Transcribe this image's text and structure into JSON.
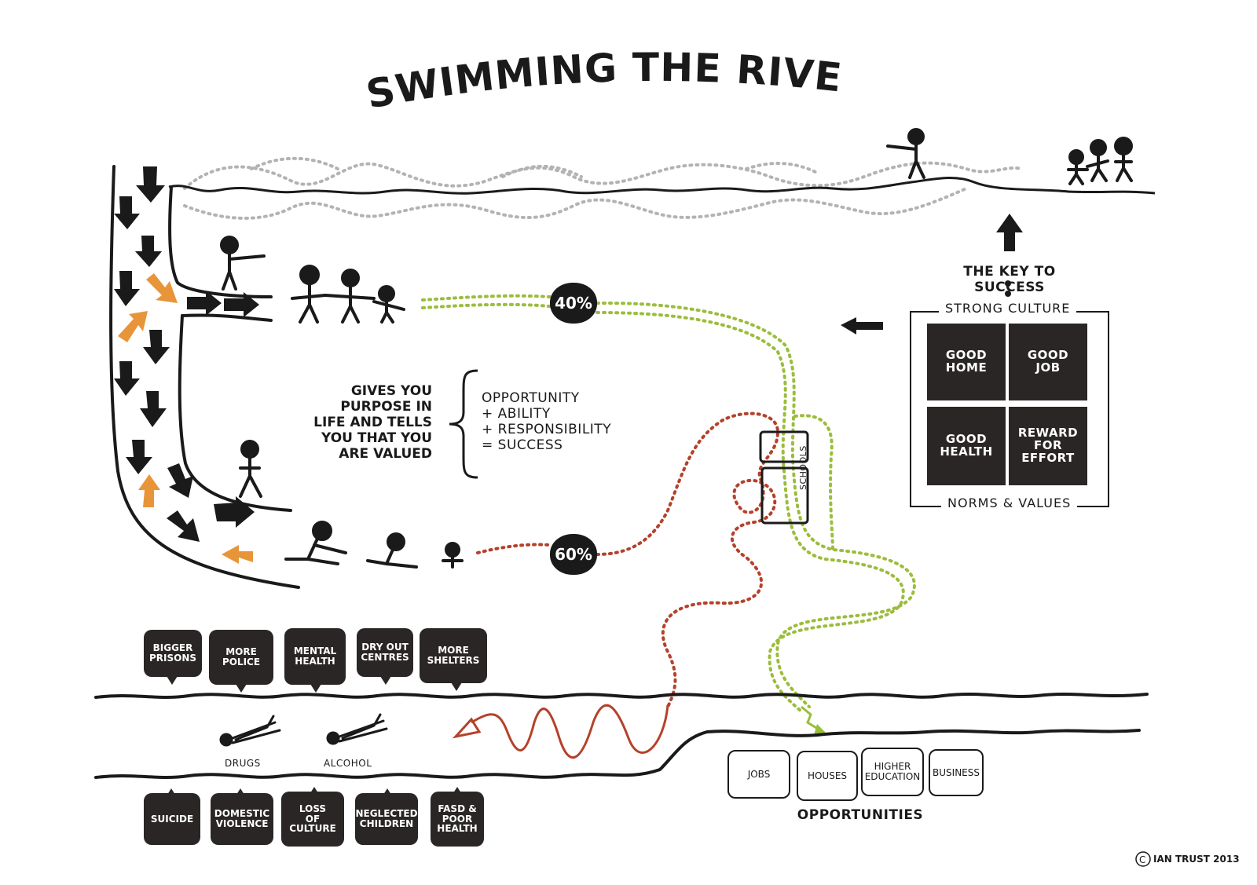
{
  "title": "SWIMMING THE RIVER",
  "key_to_success": "THE KEY TO SUCCESS",
  "strong_culture": "STRONG CULTURE",
  "norms_values": "NORMS & VALUES",
  "culture_grid": [
    "GOOD\nHOME",
    "GOOD\nJOB",
    "GOOD\nHEALTH",
    "REWARD\nFOR\nEFFORT"
  ],
  "purpose_text": "GIVES YOU\nPURPOSE IN\nLIFE AND TELLS\nYOU THAT YOU\nARE VALUED",
  "formula_text": "OPPORTUNITY\n+ ABILITY\n+ RESPONSIBILITY\n= SUCCESS",
  "pct_top": "40%",
  "pct_bottom": "60%",
  "schools": "SCHOOLS",
  "responses": [
    "BIGGER\nPRISONS",
    "MORE\nPOLICE",
    "MENTAL\nHEALTH",
    "DRY OUT\nCENTRES",
    "MORE\nSHELTERS"
  ],
  "river_labels": [
    "DRUGS",
    "ALCOHOL"
  ],
  "consequences": [
    "SUICIDE",
    "DOMESTIC\nVIOLENCE",
    "LOSS\nOF\nCULTURE",
    "NEGLECTED\nCHILDREN",
    "FASD &\nPOOR\nHEALTH"
  ],
  "opportunities": [
    "JOBS",
    "HOUSES",
    "HIGHER\nEDUCATION",
    "BUSINESS"
  ],
  "opportunities_label": "OPPORTUNITIES",
  "copyright": "IAN TRUST 2013",
  "colors": {
    "ink": "#1a1a1a",
    "box": "#2b2626",
    "orange": "#e8953a",
    "green": "#9bbd3c",
    "red": "#b5412a",
    "grey": "#b3b3b3"
  }
}
